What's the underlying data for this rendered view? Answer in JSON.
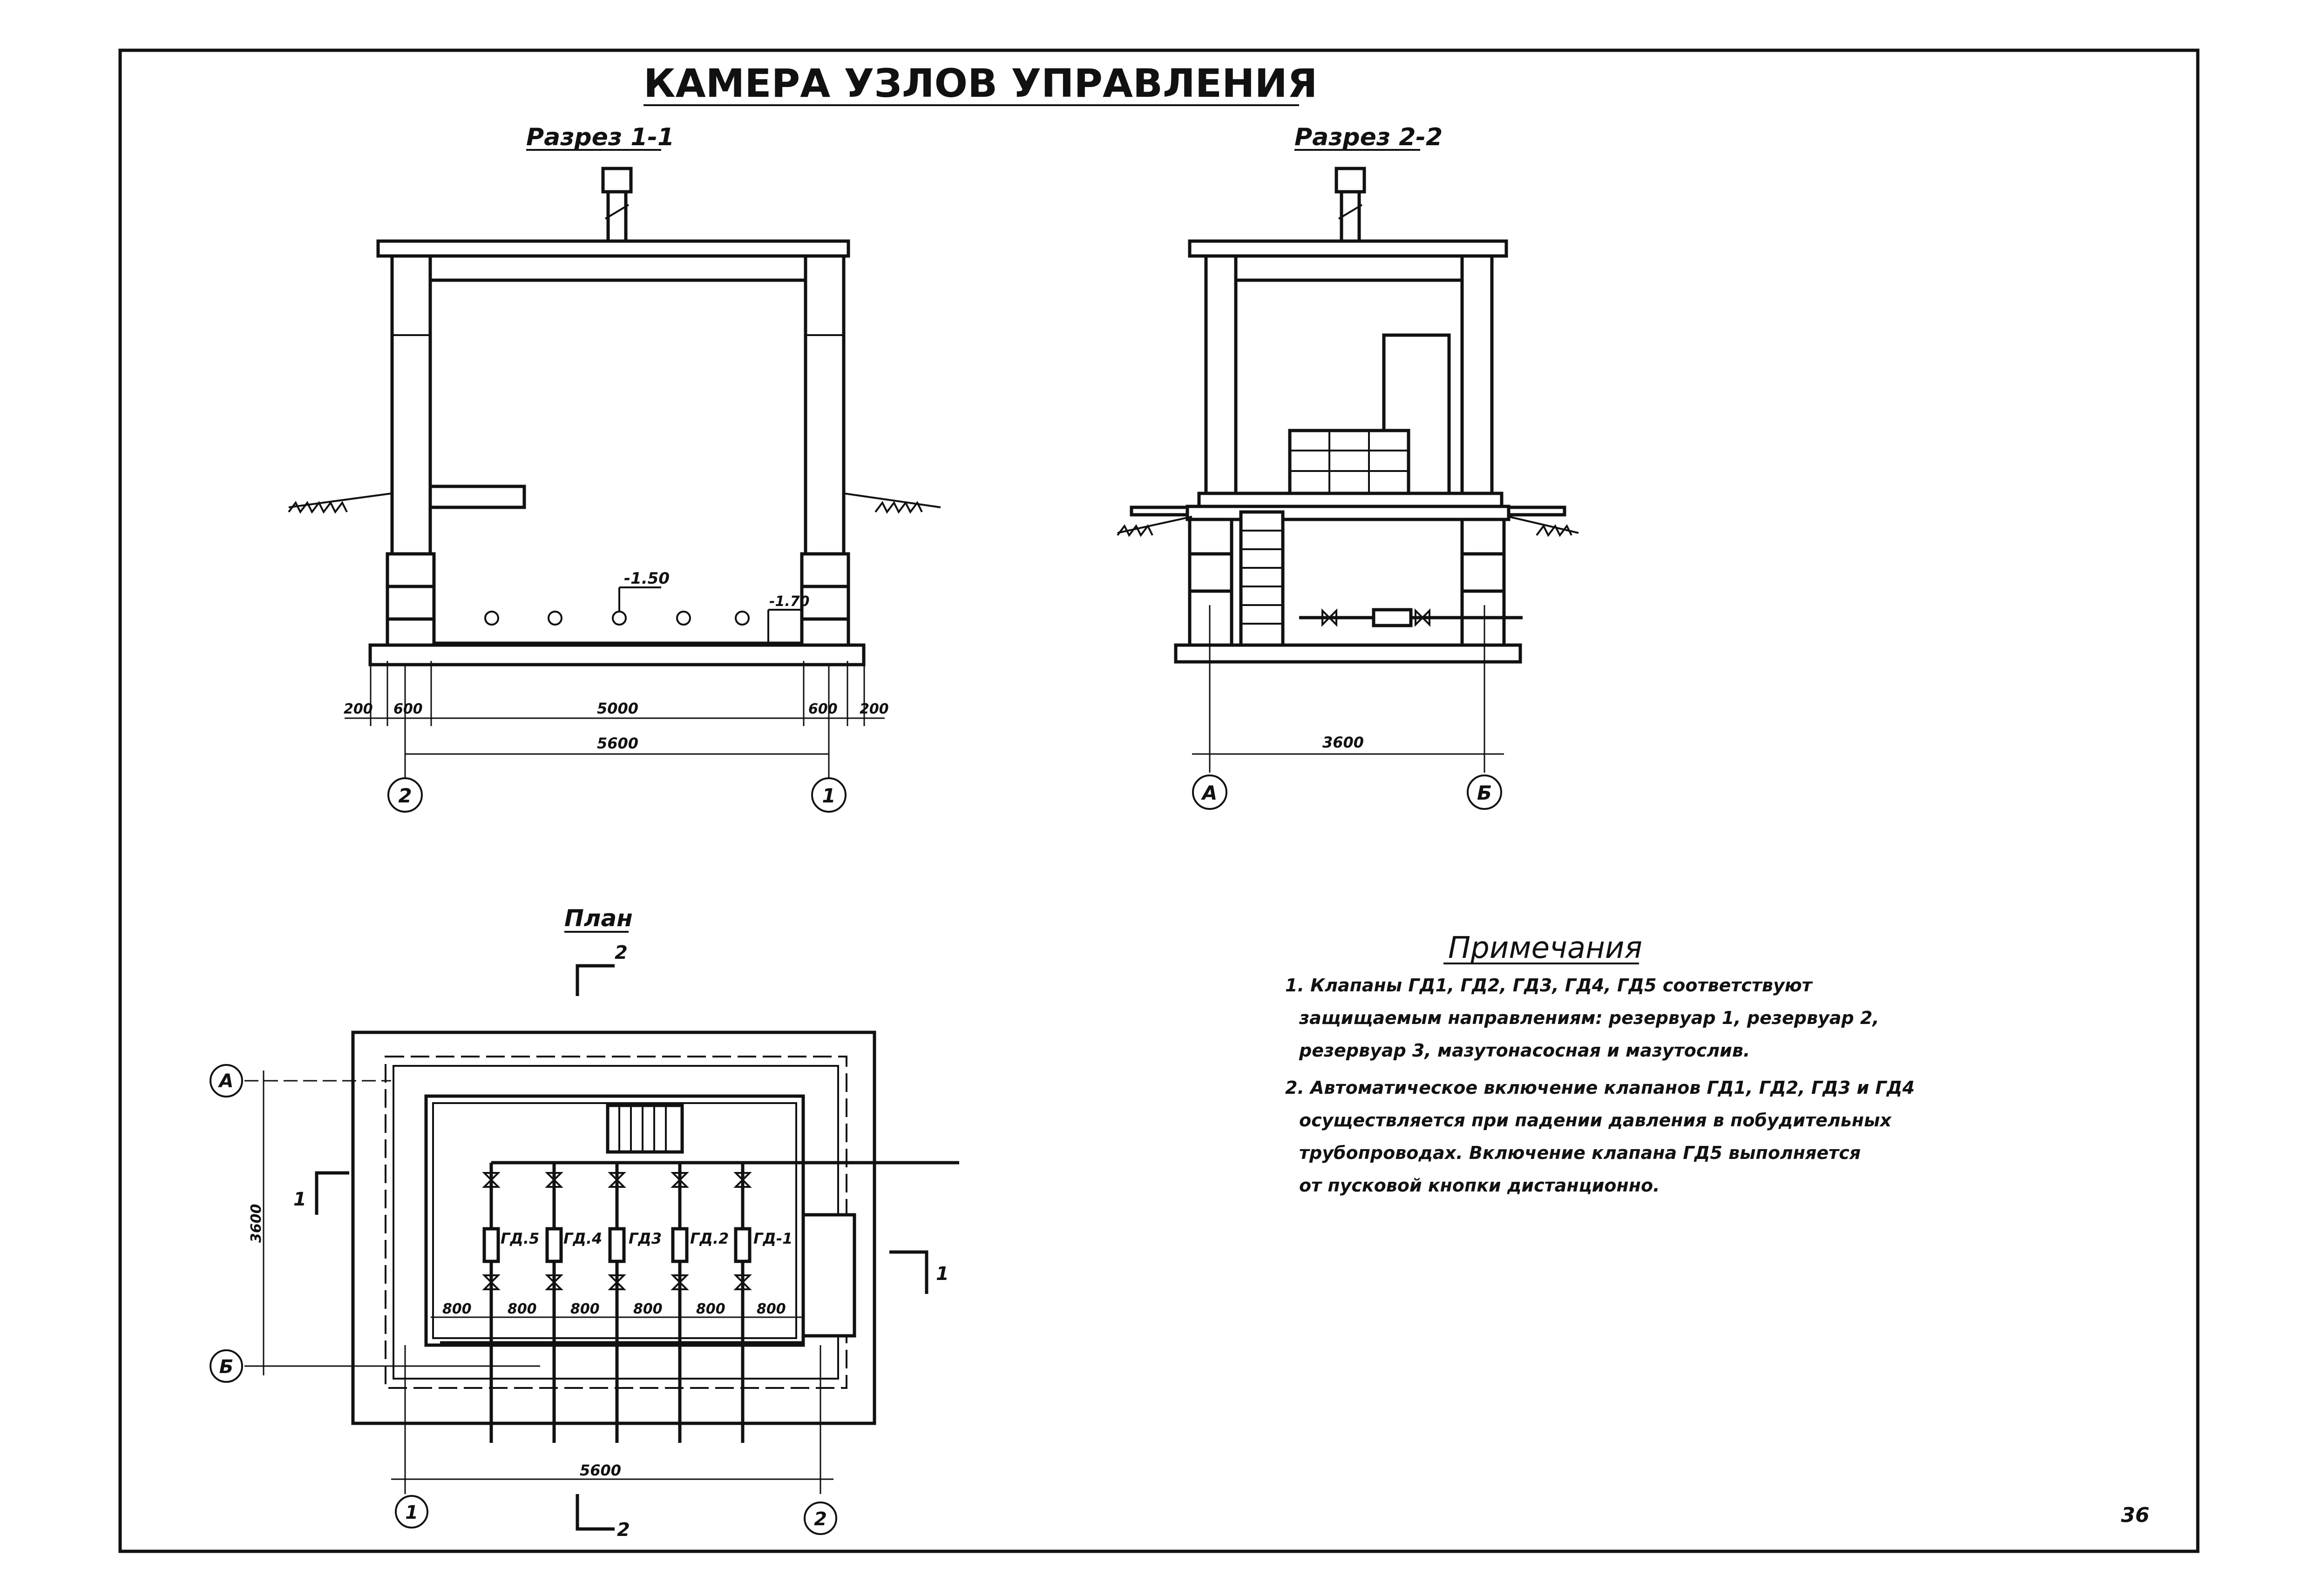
{
  "title": "КАМЕРА УЗЛОВ УПРАВЛЕНИЯ",
  "section_1": {
    "label": "Разрез 1-1",
    "level_1": "-1.50",
    "level_2": "-1.70",
    "dims": [
      "200",
      "600",
      "5000",
      "600",
      "200"
    ],
    "overall": "5600",
    "axis_left": "2",
    "axis_right": "1"
  },
  "section_2": {
    "label": "Разрез 2-2",
    "dim": "3600",
    "axis_left": "А",
    "axis_right": "Б"
  },
  "plan": {
    "label": "План",
    "cut_mark_top": "2",
    "cut_mark_bottom": "2",
    "cut_mark_left": "1",
    "cut_mark_right": "1",
    "valves": [
      "ГД.5",
      "ГД.4",
      "ГД3",
      "ГД.2",
      "ГД-1"
    ],
    "spacing": [
      "800",
      "800",
      "800",
      "800",
      "800",
      "800"
    ],
    "vertical_dim": "3600",
    "horizontal_dim": "5600",
    "axis_top": "А",
    "axis_bottom": "Б",
    "axis_left": "1",
    "axis_right": "2"
  },
  "notes": {
    "heading": "Примечания",
    "lines": [
      "1. Клапаны   ГД1, ГД2, ГД3, ГД4, ГД5 соответствуют",
      "защищаемым направлениям: резервуар 1, резервуар 2,",
      "резервуар 3, мазутонасосная  и мазутослив.",
      "2. Автоматическое включение клапанов ГД1, ГД2, ГД3 и ГД4",
      "осуществляется при падении давления в побудительных",
      "трубопроводах. Включение клапана ГД5 выполняется",
      "от  пусковой  кнопки  дистанционно."
    ]
  },
  "page_number": "36"
}
